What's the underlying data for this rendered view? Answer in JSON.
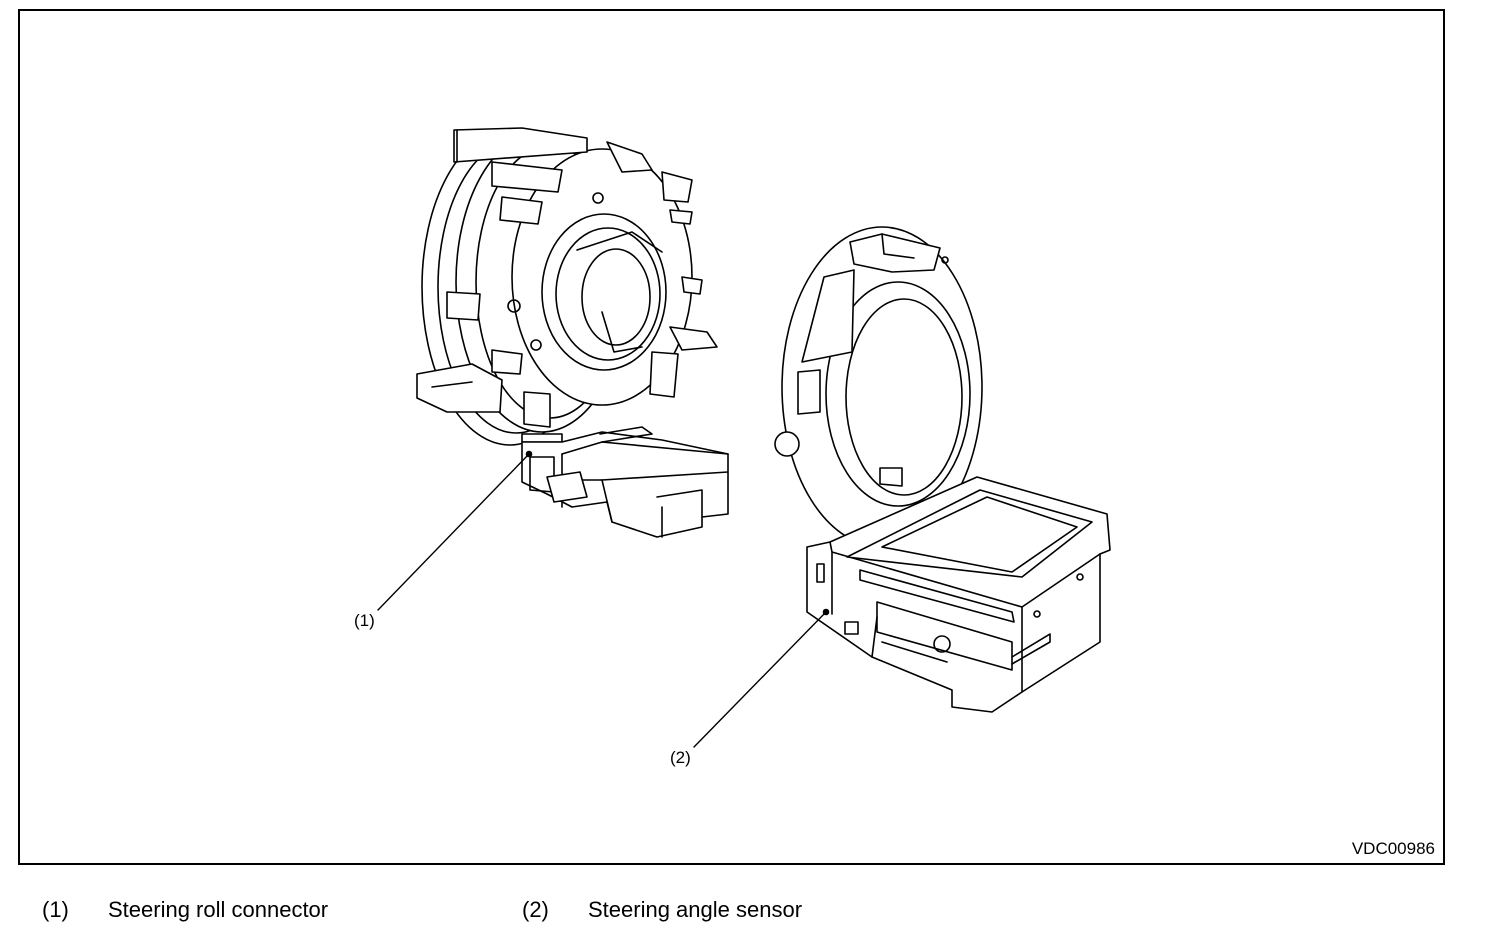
{
  "figure": {
    "code": "VDC00986",
    "callouts": [
      {
        "id": "1",
        "text": "(1)"
      },
      {
        "id": "2",
        "text": "(2)"
      }
    ]
  },
  "legend": [
    {
      "num": "(1)",
      "label": "Steering roll connector"
    },
    {
      "num": "(2)",
      "label": "Steering angle sensor"
    }
  ]
}
